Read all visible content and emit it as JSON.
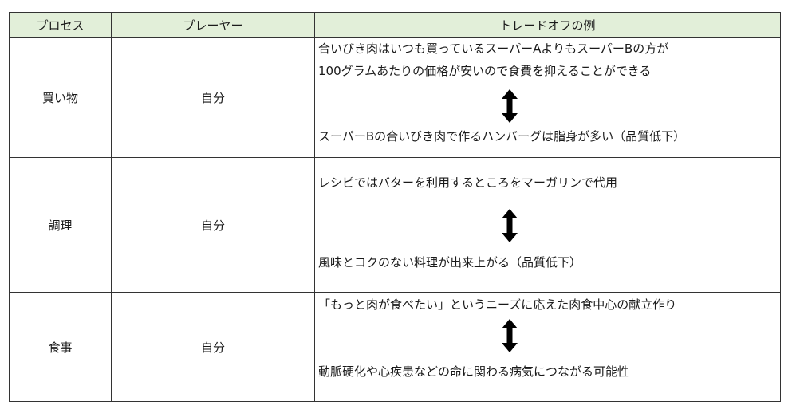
{
  "table": {
    "headers": {
      "process": "プロセス",
      "player": "プレーヤー",
      "example": "トレードオフの例"
    },
    "header_bg": "#e2efd9",
    "rows": [
      {
        "process": "買い物",
        "player": "自分",
        "lines": [
          "合いびき肉はいつも買っているスーパーAよりもスーパーBの方が",
          "100グラムあたりの価格が安いので食費を抑えることができる",
          "スーパーBの合いびき肉で作るハンバーグは脂身が多い（品質低下）"
        ]
      },
      {
        "process": "調理",
        "player": "自分",
        "lines": [
          "レシピではバターを利用するところをマーガリンで代用",
          "風味とコクのない料理が出来上がる（品質低下）"
        ]
      },
      {
        "process": "食事",
        "player": "自分",
        "lines": [
          "「もっと肉が食べたい」というニーズに応えた肉食中心の献立作り",
          "動脈硬化や心疾患などの命に関わる病気につながる可能性"
        ]
      }
    ],
    "arrow_icon": "double-headed-vertical-arrow-icon"
  }
}
